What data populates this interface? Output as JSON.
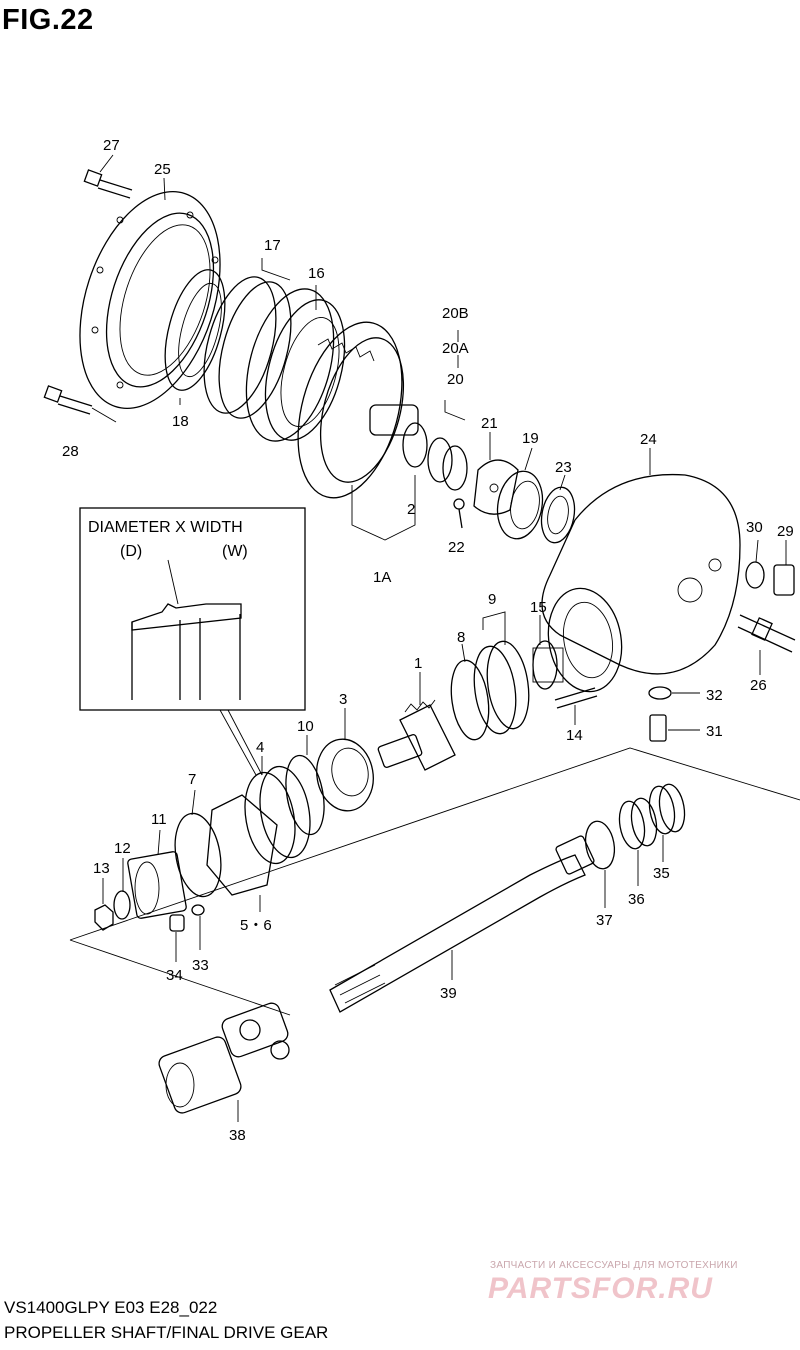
{
  "figure": {
    "title": "FIG.22"
  },
  "detail_box": {
    "heading": "DIAMETER X WIDTH",
    "label_d": "(D)",
    "label_w": "(W)"
  },
  "callouts": {
    "c27": "27",
    "c25": "25",
    "c17": "17",
    "c16": "16",
    "c18": "18",
    "c28": "28",
    "c20b": "20B",
    "c20a": "20A",
    "c20": "20",
    "c21": "21",
    "c19": "19",
    "c23": "23",
    "c24": "24",
    "c2": "2",
    "c22": "22",
    "c1a": "1A",
    "c30": "30",
    "c29": "29",
    "c9": "9",
    "c8": "8",
    "c15": "15",
    "c1": "1",
    "c3": "3",
    "c10": "10",
    "c4": "4",
    "c7": "7",
    "c11": "11",
    "c12": "12",
    "c13": "13",
    "c32": "32",
    "c26": "26",
    "c14": "14",
    "c31": "31",
    "c35": "35",
    "c36": "36",
    "c37": "37",
    "c56": "5・6",
    "c33": "33",
    "c34": "34",
    "c39": "39",
    "c38": "38"
  },
  "footer": {
    "model_code": "VS1400GLPY E03 E28_022",
    "caption": "PROPELLER SHAFT/FINAL DRIVE GEAR"
  },
  "watermark": {
    "caption": "ЗАПЧАСТИ И АКСЕССУАРЫ ДЛЯ МОТОТЕХНИКИ",
    "logo": "PARTSFOR.RU"
  }
}
